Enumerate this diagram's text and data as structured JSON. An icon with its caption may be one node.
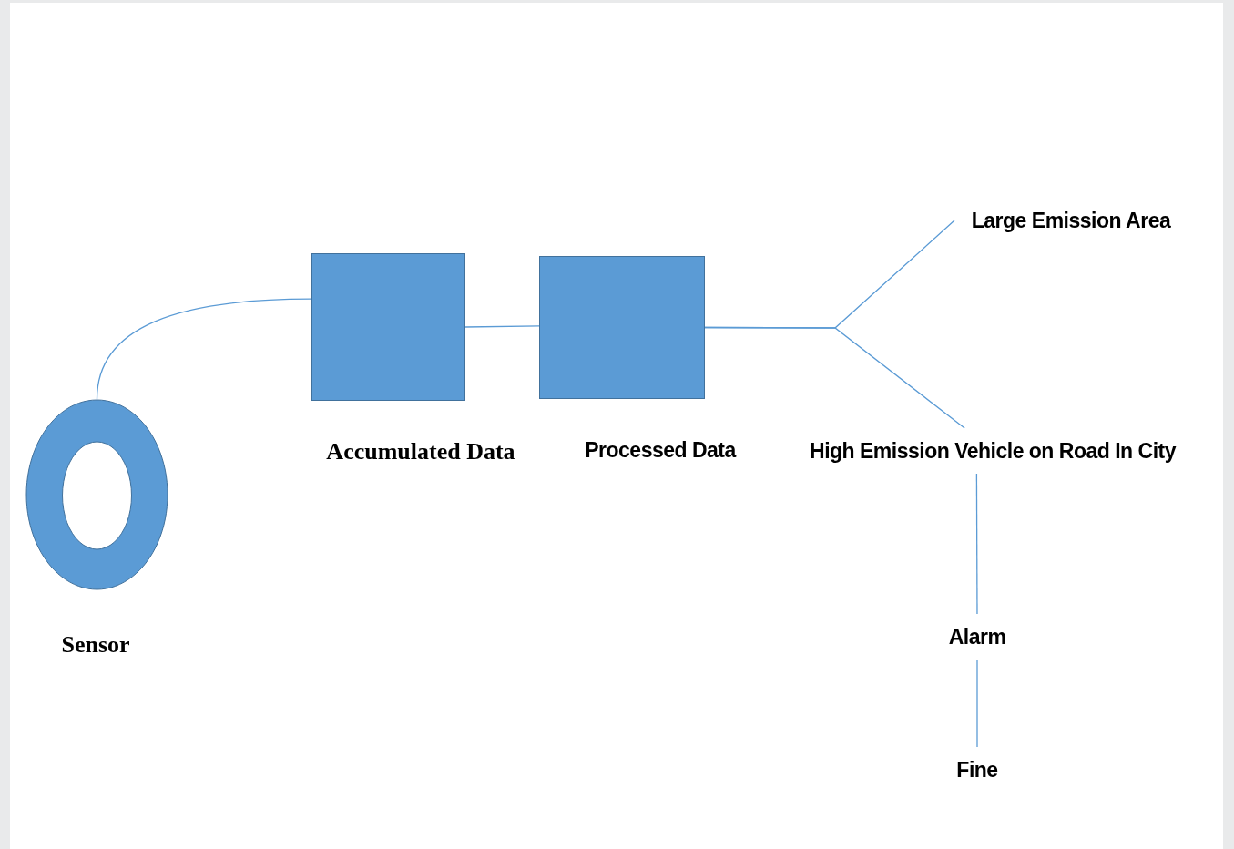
{
  "diagram": {
    "nodes": [
      {
        "text": [
          "Sensor"
        ]
      },
      {
        "text": [
          "Accumulated Data"
        ]
      },
      {
        "text": [
          "Processed Data"
        ]
      },
      {
        "text": [
          "Large Emission Area"
        ]
      },
      {
        "text": [
          "High Emission Vehicle on Road In City"
        ]
      },
      {
        "text": [
          "Alarm"
        ]
      },
      {
        "text": [
          "Fine"
        ]
      }
    ],
    "edges": [
      {
        "from": 0,
        "to": 1,
        "arrow": "none"
      },
      {
        "from": 1,
        "to": 2,
        "arrow": "none"
      },
      {
        "from": 2,
        "to": 3,
        "arrow": "none"
      },
      {
        "from": 2,
        "to": 4,
        "arrow": "none"
      },
      {
        "from": 4,
        "to": 5,
        "arrow": "none"
      },
      {
        "from": 5,
        "to": 6,
        "arrow": "none"
      }
    ]
  }
}
